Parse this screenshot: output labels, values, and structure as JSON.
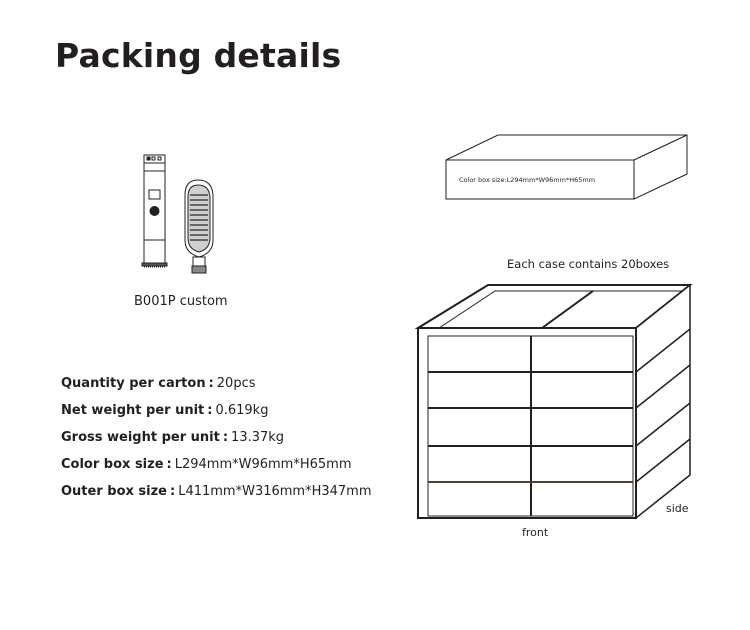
{
  "title": "Packing details",
  "product": {
    "caption": "B001P custom"
  },
  "specs": [
    {
      "label": "Quantity per carton",
      "separator": ":",
      "value": "20pcs"
    },
    {
      "label": "Net weight per unit",
      "separator": ":",
      "value": "0.619kg"
    },
    {
      "label": "Gross weight per unit",
      "separator": ":",
      "value": "13.37kg"
    },
    {
      "label": "Color box size",
      "separator": ":",
      "value": "L294mm*W96mm*H65mm"
    },
    {
      "label": "Outer box size",
      "separator": ":",
      "value": "L411mm*W316mm*H347mm"
    }
  ],
  "color_box": {
    "label": "Color box size:L294mm*W96mm*H65mm"
  },
  "carton": {
    "caption": "Each case contains 20boxes",
    "front_label": "front",
    "side_label": "side"
  }
}
